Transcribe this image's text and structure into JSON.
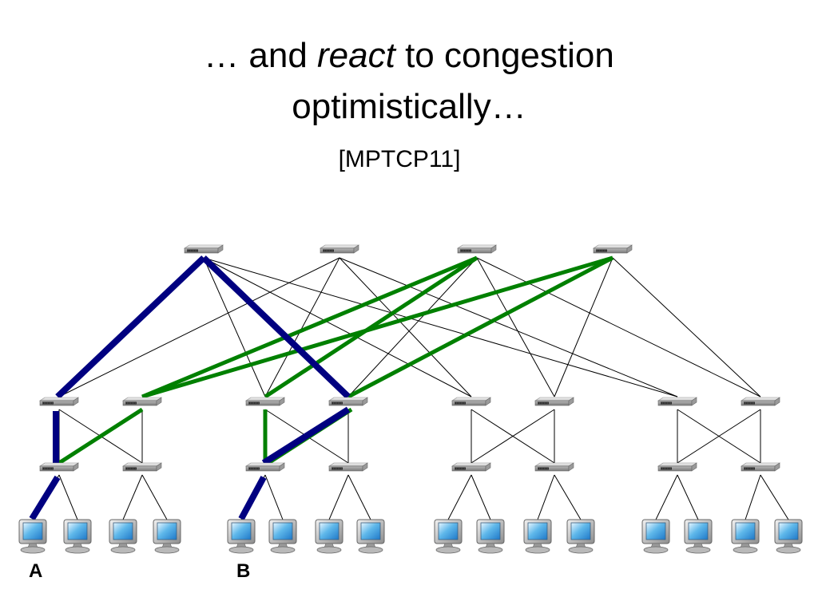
{
  "slide": {
    "title_prefix": "… and ",
    "title_emphasis": "react",
    "title_suffix": " to congestion",
    "title_line2": "optimistically…",
    "citation": "[MPTCP11]"
  },
  "diagram": {
    "topology": "fat-tree",
    "colors": {
      "background_link": "#000000",
      "flow_a": "#000080",
      "flow_b": "#008000"
    },
    "host_labels": {
      "a": "A",
      "b": "B"
    }
  }
}
